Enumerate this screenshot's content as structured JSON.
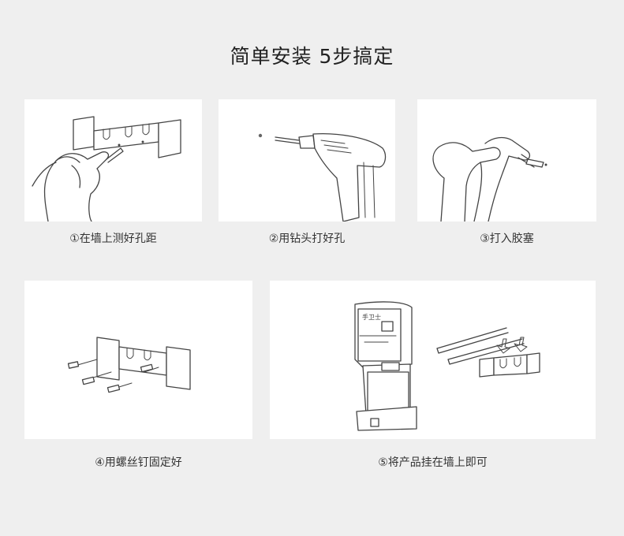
{
  "page_title": "简单安装  5步搞定",
  "steps": [
    {
      "caption": "①在墙上测好孔距"
    },
    {
      "caption": "②用钻头打好孔"
    },
    {
      "caption": "③打入胶塞"
    },
    {
      "caption": "④用螺丝钉固定好"
    },
    {
      "caption": "⑤将产品挂在墙上即可"
    }
  ],
  "device": {
    "brand_text": "手卫士"
  }
}
